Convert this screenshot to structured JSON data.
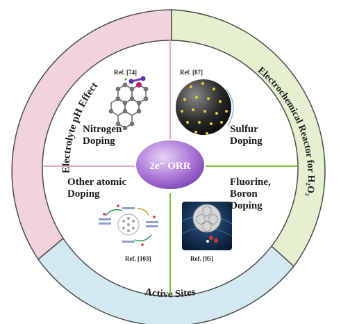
{
  "diagram": {
    "center": {
      "label": "2e⁻ ORR"
    },
    "ring": {
      "left": "Electrolyte pH Effect",
      "right": "Electrochemical Reactor for H₂O₂",
      "bottom": "Active Sites"
    },
    "quadrants": {
      "top_left": {
        "line1": "Nitrogen",
        "line2": "Doping",
        "line3": "",
        "ref": "Ref. [74]"
      },
      "top_right": {
        "line1": "Sulfur",
        "line2": "Doping",
        "line3": "",
        "ref": "Ref. [87]"
      },
      "bottom_left": {
        "line1": "Other atomic",
        "line2": "Doping",
        "line3": "",
        "ref": "Ref. [103]"
      },
      "bottom_right": {
        "line1": "Fluorine,",
        "line2": "Boron",
        "line3": "Doping",
        "ref": "Ref. [95]"
      }
    },
    "colors": {
      "left_band": "#f3d3db",
      "right_band": "#e4f0cf",
      "bottom_band": "#d3e9f2",
      "ring_outline": "#4a4a4a",
      "divider_pink": "#e9a9c4",
      "divider_green": "#7fc24a",
      "center_fill": "#b07fd9"
    }
  }
}
